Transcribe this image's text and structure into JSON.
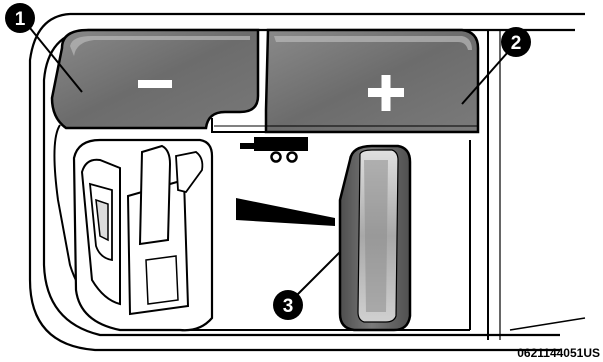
{
  "callouts": [
    {
      "number": "1"
    },
    {
      "number": "2"
    },
    {
      "number": "3"
    }
  ],
  "buttons": {
    "left_symbol": "-",
    "right_symbol": "+"
  },
  "figure_code": "0621144051US",
  "icons": [
    "trailer-icon",
    "wedge-indicator-icon"
  ],
  "colors": {
    "button_fill": "#6f6f6f",
    "button_highlight": "#9a9a9a",
    "outline": "#000000",
    "lever_fill": "#5c5c5c",
    "lever_highlight": "#bdbdbd"
  }
}
